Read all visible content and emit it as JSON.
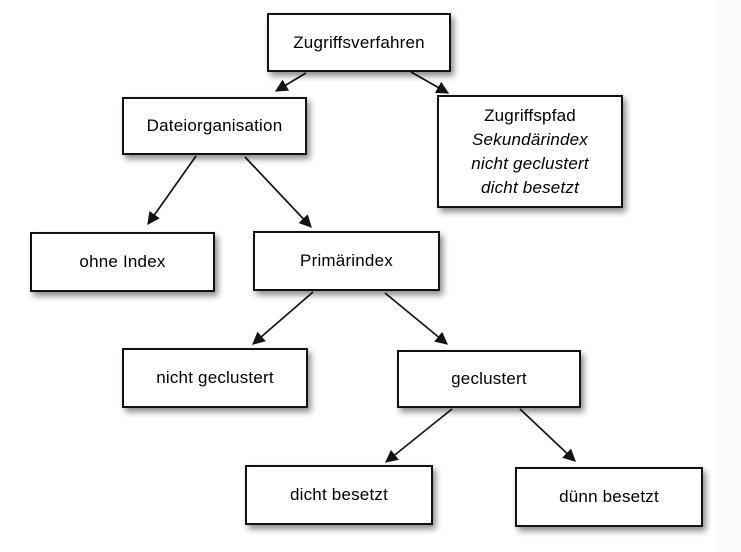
{
  "diagram": {
    "nodes": {
      "zugriffsverfahren": {
        "label": "Zugriffsverfahren"
      },
      "dateiorganisation": {
        "label": "Dateiorganisation"
      },
      "zugriffspfad": {
        "lines": [
          "Zugriffspfad",
          "Sekundärindex",
          "nicht geclustert",
          "dicht besetzt"
        ]
      },
      "ohne_index": {
        "label": "ohne Index"
      },
      "primaerindex": {
        "label": "Primärindex"
      },
      "nicht_geclustert": {
        "label": "nicht geclustert"
      },
      "geclustert": {
        "label": "geclustert"
      },
      "dicht_besetzt": {
        "label": "dicht besetzt"
      },
      "duenn_besetzt": {
        "label": "dünn besetzt"
      }
    },
    "edges": [
      {
        "from": "zugriffsverfahren",
        "to": "dateiorganisation"
      },
      {
        "from": "zugriffsverfahren",
        "to": "zugriffspfad"
      },
      {
        "from": "dateiorganisation",
        "to": "ohne_index"
      },
      {
        "from": "dateiorganisation",
        "to": "primaerindex"
      },
      {
        "from": "primaerindex",
        "to": "nicht_geclustert"
      },
      {
        "from": "primaerindex",
        "to": "geclustert"
      },
      {
        "from": "geclustert",
        "to": "dicht_besetzt"
      },
      {
        "from": "geclustert",
        "to": "duenn_besetzt"
      }
    ],
    "colors": {
      "background": "#ffffff",
      "node_fill": "#ffffff",
      "node_border": "#111111",
      "arrow": "#141414",
      "right_strip": "#fafafa",
      "text": "#000000"
    }
  }
}
